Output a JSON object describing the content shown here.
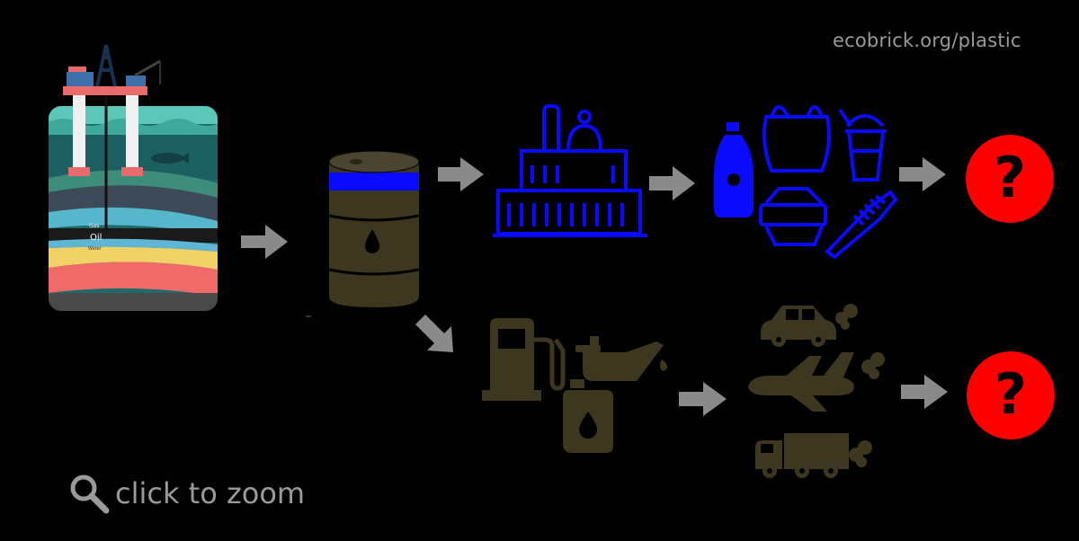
{
  "header": {
    "url": "ecobrick.org/plastic"
  },
  "zoom": {
    "label": "click to zoom",
    "icon": "magnifier-icon"
  },
  "well": {
    "gas_label": "Gas",
    "oil_label": "Oil",
    "water_label": "Water"
  },
  "outcomes": {
    "plastic_unknown": "?",
    "fuel_unknown": "?"
  },
  "colors": {
    "background": "#000000",
    "plastic": "#0a0aff",
    "fuel": "#3d3720",
    "arrow": "#8a8a8a",
    "question_circle": "#ff0000",
    "text_gray": "#9a9a9a"
  },
  "icons": [
    "oil-rig-icon",
    "oil-barrel-icon",
    "refinery-icon",
    "bottle-icon",
    "plastic-bag-icon",
    "cup-icon",
    "food-container-icon",
    "comb-icon",
    "fuel-pump-icon",
    "oil-can-icon",
    "jerrycan-icon",
    "car-icon",
    "airplane-icon",
    "truck-icon"
  ]
}
